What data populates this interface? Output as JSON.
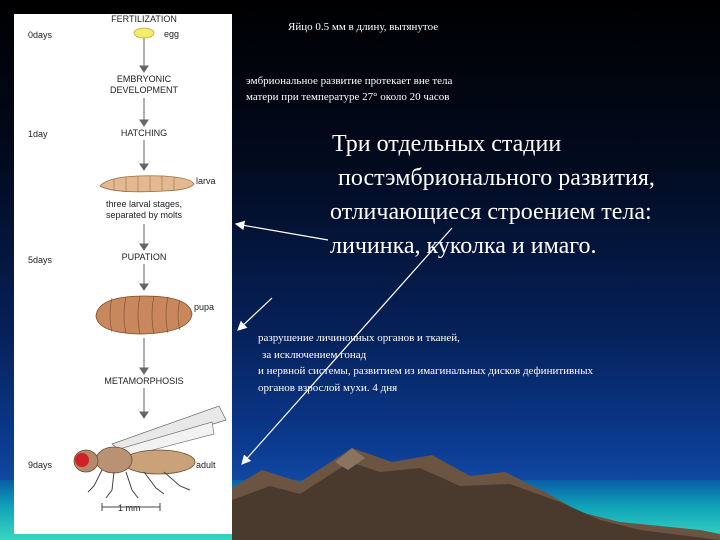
{
  "diagram": {
    "day_labels": [
      "0days",
      "1day",
      "5days",
      "9days"
    ],
    "stage_labels": [
      "FERTILIZATION",
      "EMBRYONIC",
      "DEVELOPMENT",
      "HATCHING",
      "PUPATION",
      "METAMORPHOSIS"
    ],
    "stage_notes": [
      "three larval stages,",
      "separated by molts"
    ],
    "form_labels": [
      "egg",
      "larva",
      "pupa",
      "adult"
    ],
    "scale_label": "1 mm"
  },
  "annotations": {
    "egg": "Яйцо 0.5 мм в длину, вытянутое",
    "embryo": [
      "эмбриональное развитие протекает вне тела",
      "матери при температуре 27° около 20 часов"
    ],
    "main": [
      "Три отдельных стадии",
      "постэмбрионального развития,",
      "отличающиеся строением тела:",
      "личинка, куколка и имаго."
    ],
    "metamorphosis": [
      "разрушение личиночных органов и тканей,",
      "за исключением гонад",
      "и нервной системы, развитием из имагинальных дисков дефинитивных",
      "органов взрослой мухи. 4 дня"
    ]
  },
  "colors": {
    "egg": "#f3ec6a",
    "larva": "#e3b991",
    "pupa": "#c9875e",
    "fly_eye": "#d0202a",
    "arrow": "#ffffff"
  }
}
